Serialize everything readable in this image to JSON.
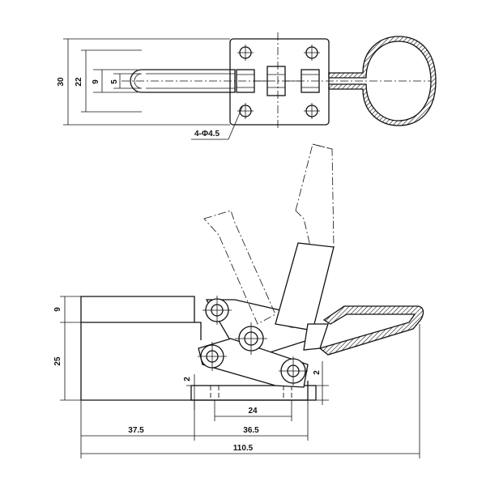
{
  "drawing": {
    "top_view": {
      "dims": {
        "overall_height": "30",
        "slot_height": "22",
        "slot_width": "9",
        "slot_radius": "5"
      },
      "hole_callout": "4-Φ4.5"
    },
    "side_view": {
      "dims": {
        "top_offset": "9",
        "base_height": "25",
        "gap_left": "2",
        "gap_right": "2",
        "hole_spacing": "24",
        "left_offset": "37.5",
        "base_length": "36.5",
        "overall_length": "110.5"
      }
    }
  }
}
